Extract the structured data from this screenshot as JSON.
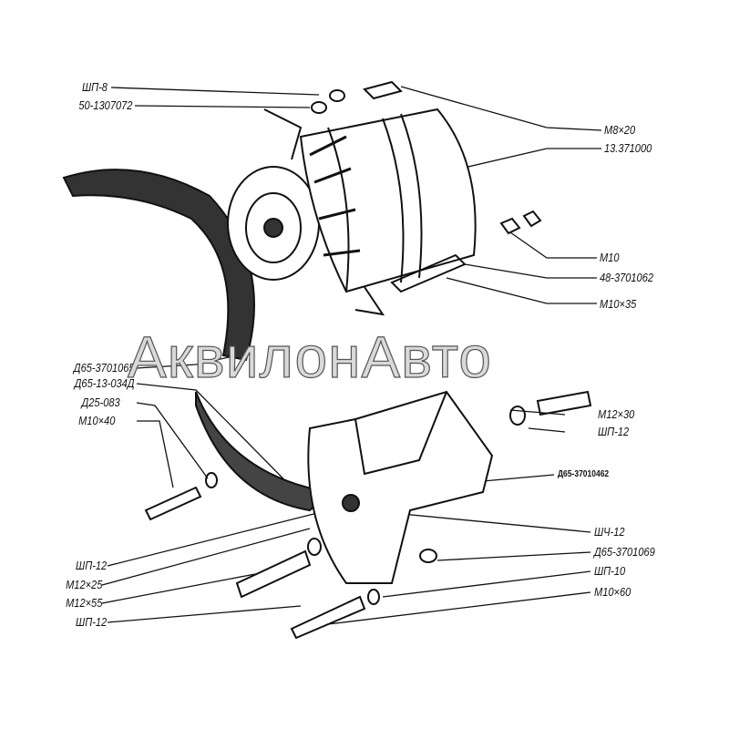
{
  "watermark": "АквилонАвто",
  "labels_left": [
    "ШП-8",
    "50-1307072",
    "Д65-3701065",
    "Д65-13-034Д",
    "Д25-083",
    "М10×40",
    "ШП-12",
    "М12×25",
    "М12×55",
    "ШП-12"
  ],
  "labels_right": [
    "М8×20",
    "13.371000",
    "М10",
    "48-3701062",
    "М10×35",
    "М12×30",
    "ШП-12",
    "Д65-37010462",
    "ШЧ-12",
    "Д65-3701069",
    "ШП-10",
    "М10×60"
  ]
}
